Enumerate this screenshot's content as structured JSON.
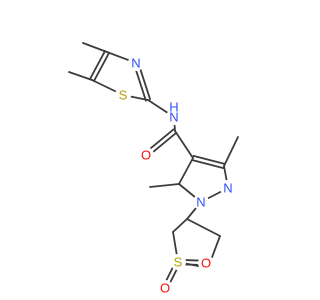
{
  "molecule": {
    "atoms": [
      {
        "id": "S_thz",
        "label": "S",
        "color": "#b5a100"
      },
      {
        "id": "N_thz",
        "label": "N",
        "color": "#3050f8"
      },
      {
        "id": "NH",
        "label": "N",
        "color": "#3050f8"
      },
      {
        "id": "H_nh",
        "label": "H",
        "color": "#3050f8"
      },
      {
        "id": "O_amide",
        "label": "O",
        "color": "#ff0d0d"
      },
      {
        "id": "N_pz2",
        "label": "N",
        "color": "#3050f8"
      },
      {
        "id": "N_pz1",
        "label": "N",
        "color": "#3050f8"
      },
      {
        "id": "S_sulf",
        "label": "S",
        "color": "#b5a100"
      },
      {
        "id": "O_s1",
        "label": "O",
        "color": "#ff0d0d"
      },
      {
        "id": "O_s2",
        "label": "O",
        "color": "#ff0d0d"
      }
    ]
  }
}
